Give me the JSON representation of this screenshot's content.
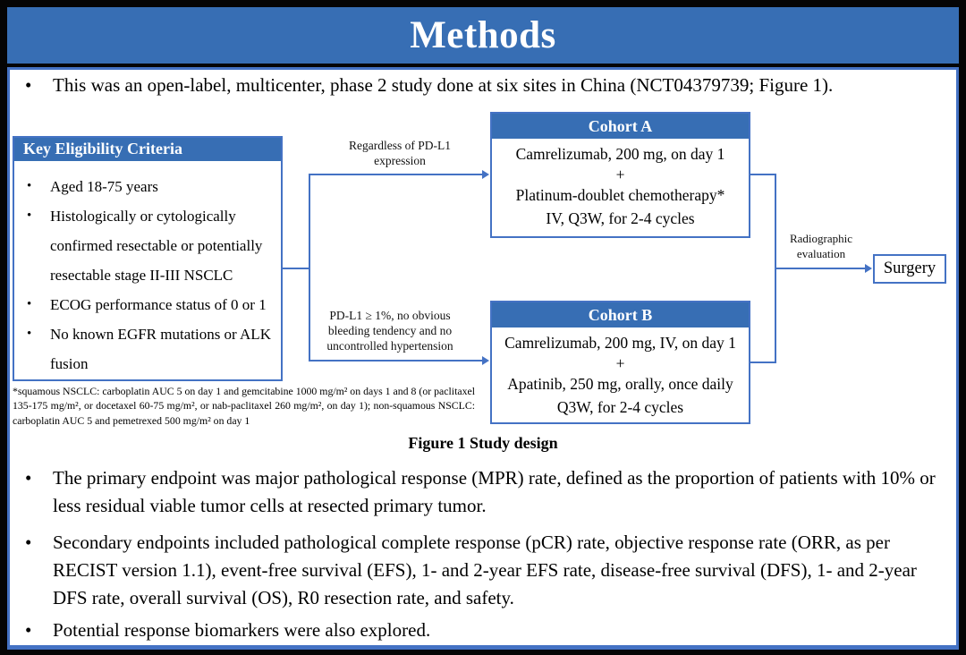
{
  "slide": {
    "title": "Methods",
    "accent_color": "#376EB4",
    "line_color": "#4472C4",
    "bullet_glyph": "•"
  },
  "bullets": {
    "intro": "This was an open-label, multicenter, phase 2 study done at six sites in China (NCT04379739; Figure 1).",
    "primary": "The primary endpoint was major pathological response (MPR) rate, defined as the proportion of patients with 10% or less residual viable tumor cells at resected primary tumor.",
    "secondary": "Secondary endpoints included pathological complete response (pCR) rate, objective response rate (ORR, as per RECIST version 1.1), event-free survival (EFS), 1- and 2-year EFS rate, disease-free survival (DFS), 1- and 2-year DFS rate, overall survival (OS), R0 resection rate, and safety.",
    "biomarkers": "Potential response biomarkers were also explored."
  },
  "figure": {
    "caption": "Figure 1 Study design",
    "eligibility": {
      "title": "Key Eligibility Criteria",
      "items": [
        "Aged 18-75 years",
        "Histologically or cytologically confirmed resectable or potentially resectable stage II-III NSCLC",
        "ECOG performance status of 0 or 1",
        "No known EGFR mutations or ALK fusion"
      ]
    },
    "branch_top_label": "Regardless  of PD-L1\nexpression",
    "branch_bottom_label": "PD-L1 ≥ 1%, no obvious\nbleeding tendency and no\nuncontrolled hypertension",
    "cohort_a": {
      "title": "Cohort A",
      "lines": [
        "Camrelizumab, 200 mg, on day 1",
        "+",
        "Platinum-doublet chemotherapy*",
        "IV, Q3W, for 2-4 cycles"
      ]
    },
    "cohort_b": {
      "title": "Cohort B",
      "lines": [
        "Camrelizumab, 200 mg, IV, on day 1",
        "+",
        "Apatinib, 250 mg, orally, once daily",
        "Q3W, for 2-4 cycles"
      ]
    },
    "evaluation_label": "Radiographic\nevaluation",
    "surgery_label": "Surgery",
    "footnote": "*squamous NSCLC: carboplatin AUC 5 on day 1 and gemcitabine 1000 mg/m² on days 1 and 8 (or paclitaxel 135-175 mg/m², or docetaxel 60-75 mg/m², or nab-paclitaxel 260 mg/m², on day 1); non-squamous NSCLC: carboplatin AUC 5 and pemetrexed 500 mg/m² on day 1"
  }
}
